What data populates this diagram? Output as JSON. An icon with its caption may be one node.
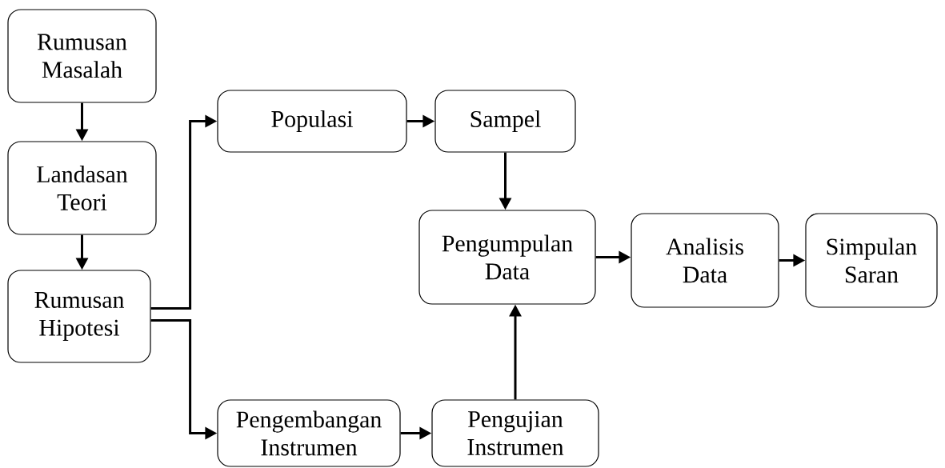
{
  "diagram": {
    "nodes": [
      {
        "text": [
          "Rumusan Masalah"
        ]
      },
      {
        "text": [
          "Landasan Teori"
        ]
      },
      {
        "text": [
          "Rumusan Hipotesi"
        ]
      },
      {
        "text": [
          "Populasi"
        ]
      },
      {
        "text": [
          "Sampel"
        ]
      },
      {
        "text": [
          "Pengumpulan Data"
        ]
      },
      {
        "text": [
          "Analisis Data"
        ]
      },
      {
        "text": [
          "Simpulan Saran"
        ]
      },
      {
        "text": [
          "Pengembangan Instrumen"
        ]
      },
      {
        "text": [
          "Pengujian Instrumen"
        ]
      }
    ],
    "edges": [
      {
        "from": 0,
        "to": 1,
        "arrow": "to"
      },
      {
        "from": 1,
        "to": 2,
        "arrow": "to"
      },
      {
        "from": 2,
        "to": 3,
        "arrow": "to"
      },
      {
        "from": 2,
        "to": 8,
        "arrow": "to"
      },
      {
        "from": 3,
        "to": 4,
        "arrow": "to"
      },
      {
        "from": 4,
        "to": 5,
        "arrow": "to"
      },
      {
        "from": 8,
        "to": 9,
        "arrow": "to"
      },
      {
        "from": 9,
        "to": 5,
        "arrow": "to"
      },
      {
        "from": 5,
        "to": 6,
        "arrow": "to"
      },
      {
        "from": 6,
        "to": 7,
        "arrow": "to"
      }
    ]
  }
}
